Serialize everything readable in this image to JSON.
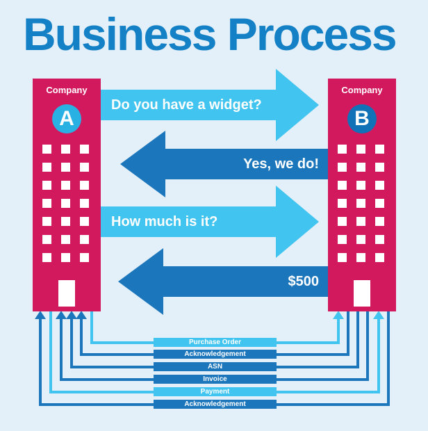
{
  "title": "Business Process",
  "colors": {
    "background": "#e3f0f9",
    "title_blue": "#1480c5",
    "building_crimson": "#d2195e",
    "light_blue": "#41c4ef",
    "dark_blue": "#1c76bc",
    "badge_a_blue": "#29b1e4",
    "badge_b_blue": "#1272b8",
    "text_white": "#ffffff"
  },
  "company_a": {
    "label": "Company",
    "letter": "A"
  },
  "company_b": {
    "label": "Company",
    "letter": "B"
  },
  "messages": [
    {
      "text": "Do you have a widget?",
      "from": "A",
      "to": "B",
      "style": "light"
    },
    {
      "text": "Yes, we do!",
      "from": "B",
      "to": "A",
      "style": "dark"
    },
    {
      "text": "How much is it?",
      "from": "A",
      "to": "B",
      "style": "light"
    },
    {
      "text": "$500",
      "from": "B",
      "to": "A",
      "style": "dark"
    }
  ],
  "document_flows": [
    {
      "label": "Purchase Order",
      "from": "A",
      "to": "B",
      "style": "light"
    },
    {
      "label": "Acknowledgement",
      "from": "B",
      "to": "A",
      "style": "dark"
    },
    {
      "label": "ASN",
      "from": "B",
      "to": "A",
      "style": "dark"
    },
    {
      "label": "Invoice",
      "from": "B",
      "to": "A",
      "style": "dark"
    },
    {
      "label": "Payment",
      "from": "A",
      "to": "B",
      "style": "light"
    },
    {
      "label": "Acknowledgement",
      "from": "B",
      "to": "A",
      "style": "dark"
    }
  ]
}
